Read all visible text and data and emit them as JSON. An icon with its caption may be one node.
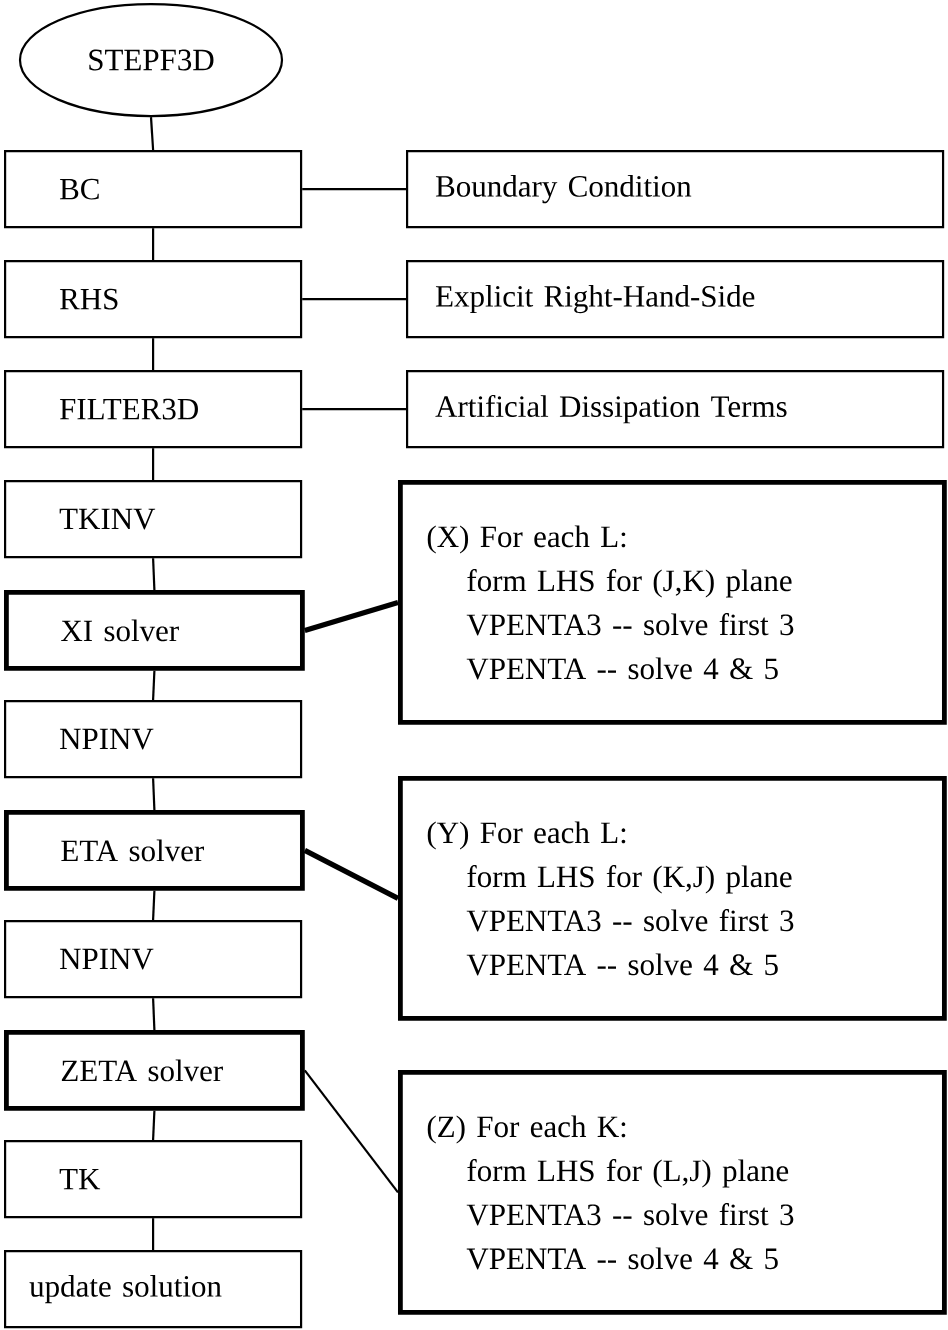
{
  "diagram": {
    "nodes": [
      {
        "text": [
          "STEPF3D"
        ]
      },
      {
        "text": [
          "BC"
        ]
      },
      {
        "text": [
          "Boundary Condition"
        ]
      },
      {
        "text": [
          "RHS"
        ]
      },
      {
        "text": [
          "Explicit Right-Hand-Side"
        ]
      },
      {
        "text": [
          "FILTER3D"
        ]
      },
      {
        "text": [
          "Artificial Dissipation Terms"
        ]
      },
      {
        "text": [
          "TKINV"
        ]
      },
      {
        "text": [
          "XI solver"
        ]
      },
      {
        "text": [
          "(X) For each L:",
          "form LHS for (J,K) plane",
          "VPENTA3 -- solve first 3",
          "VPENTA -- solve 4 & 5"
        ]
      },
      {
        "text": [
          "NPINV"
        ]
      },
      {
        "text": [
          "ETA solver"
        ]
      },
      {
        "text": [
          "(Y) For each L:",
          "form LHS for (K,J) plane",
          "VPENTA3 -- solve first 3",
          "VPENTA -- solve 4 & 5"
        ]
      },
      {
        "text": [
          "NPINV"
        ]
      },
      {
        "text": [
          "ZETA solver"
        ]
      },
      {
        "text": [
          "(Z) For each K:",
          "form LHS for (L,J) plane",
          "VPENTA3 -- solve first 3",
          "VPENTA -- solve 4 & 5"
        ]
      },
      {
        "text": [
          "TK"
        ]
      },
      {
        "text": [
          "update solution"
        ]
      }
    ],
    "edges": [
      {
        "from": 0,
        "to": 1,
        "arrow": "none"
      },
      {
        "from": 1,
        "to": 2,
        "arrow": "none"
      },
      {
        "from": 1,
        "to": 3,
        "arrow": "none"
      },
      {
        "from": 3,
        "to": 4,
        "arrow": "none"
      },
      {
        "from": 3,
        "to": 5,
        "arrow": "none"
      },
      {
        "from": 5,
        "to": 6,
        "arrow": "none"
      },
      {
        "from": 5,
        "to": 7,
        "arrow": "none"
      },
      {
        "from": 7,
        "to": 8,
        "arrow": "none"
      },
      {
        "from": 8,
        "to": 9,
        "arrow": "none",
        "style": "thick"
      },
      {
        "from": 8,
        "to": 10,
        "arrow": "none"
      },
      {
        "from": 10,
        "to": 11,
        "arrow": "none"
      },
      {
        "from": 11,
        "to": 12,
        "arrow": "none",
        "style": "thick"
      },
      {
        "from": 11,
        "to": 13,
        "arrow": "none"
      },
      {
        "from": 13,
        "to": 14,
        "arrow": "none"
      },
      {
        "from": 14,
        "to": 15,
        "arrow": "none"
      },
      {
        "from": 14,
        "to": 16,
        "arrow": "none"
      },
      {
        "from": 16,
        "to": 17,
        "arrow": "none"
      }
    ]
  }
}
